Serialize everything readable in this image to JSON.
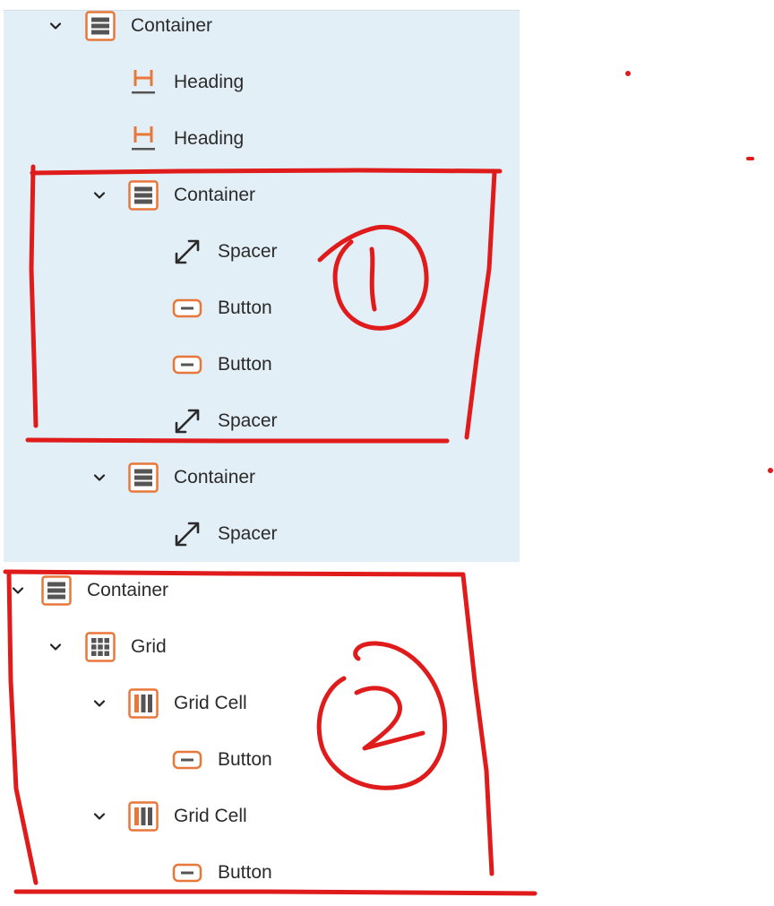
{
  "tree": {
    "section1": [
      {
        "type": "container",
        "label": "Container",
        "expanded": true
      },
      {
        "type": "heading",
        "label": "Heading"
      },
      {
        "type": "heading",
        "label": "Heading"
      },
      {
        "type": "container",
        "label": "Container",
        "expanded": true
      },
      {
        "type": "spacer",
        "label": "Spacer"
      },
      {
        "type": "button",
        "label": "Button"
      },
      {
        "type": "button",
        "label": "Button"
      },
      {
        "type": "spacer",
        "label": "Spacer"
      },
      {
        "type": "container",
        "label": "Container",
        "expanded": true
      },
      {
        "type": "spacer",
        "label": "Spacer"
      }
    ],
    "section2": [
      {
        "type": "container",
        "label": "Container",
        "expanded": true
      },
      {
        "type": "grid",
        "label": "Grid",
        "expanded": true
      },
      {
        "type": "grid-cell",
        "label": "Grid Cell",
        "expanded": true
      },
      {
        "type": "button",
        "label": "Button"
      },
      {
        "type": "grid-cell",
        "label": "Grid Cell",
        "expanded": true
      },
      {
        "type": "button",
        "label": "Button"
      }
    ]
  },
  "colors": {
    "selection_bg": "#e3eff7",
    "icon_accent": "#e8773a",
    "icon_dark": "#555555",
    "annotation": "#e01b1b"
  },
  "icons": {
    "chevron": "chevron-down-icon",
    "container": "container-icon",
    "heading": "heading-icon",
    "spacer": "spacer-icon",
    "button": "button-icon",
    "grid": "grid-icon",
    "grid_cell": "grid-cell-icon"
  },
  "annotations": {
    "mark_1": "1",
    "mark_2": "2"
  }
}
